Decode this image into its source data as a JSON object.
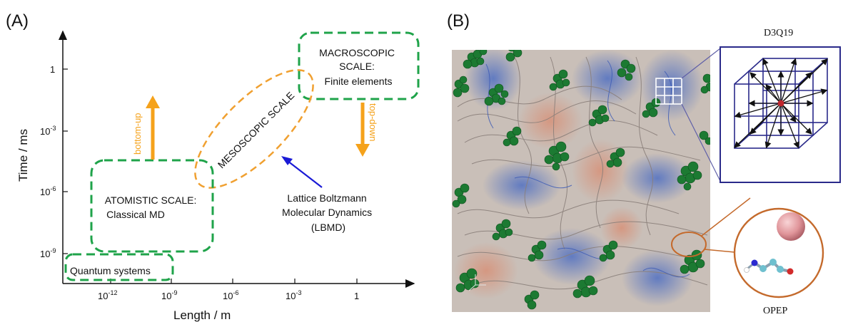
{
  "panel_a": {
    "label": "(A)",
    "x_axis": {
      "label": "Length / m",
      "ticks": [
        {
          "base": "10",
          "exp": "-12"
        },
        {
          "base": "10",
          "exp": "-9"
        },
        {
          "base": "10",
          "exp": "-6"
        },
        {
          "base": "10",
          "exp": "-3"
        },
        {
          "base": "1",
          "exp": ""
        }
      ]
    },
    "y_axis": {
      "label": "Time / ms",
      "ticks": [
        {
          "base": "1",
          "exp": ""
        },
        {
          "base": "10",
          "exp": "-3"
        },
        {
          "base": "10",
          "exp": "-6"
        },
        {
          "base": "10",
          "exp": "-9"
        }
      ]
    },
    "boxes": {
      "macroscopic": [
        "MACROSCOPIC",
        "SCALE:",
        "Finite elements"
      ],
      "mesoscopic": "MESOSCOPIC SCALE",
      "atomistic": [
        "ATOMISTIC  SCALE:",
        "Classical MD"
      ],
      "quantum": "Quantum systems"
    },
    "arrows": {
      "bottom_up": "bottom-up",
      "top_down": "top-down"
    },
    "lbmd": [
      "Lattice Boltzmann",
      "Molecular Dynamics",
      "(LBMD)"
    ],
    "colors": {
      "box_green": "#1fa34a",
      "meso_orange": "#f0a030",
      "arrow_orange": "#f5a21b",
      "lbmd_arrow": "#1a1ad6"
    }
  },
  "panel_b": {
    "label": "(B)",
    "lattice_title": "D3Q19",
    "opep_label": "OPEP",
    "colors": {
      "lattice": "#2a2a8a",
      "bead": "#1c7a32",
      "flow_red": "#d88e74",
      "flow_blue": "#4f6fc2",
      "zoom_circle": "#c46a2c",
      "sphere": "#e0959a"
    }
  }
}
